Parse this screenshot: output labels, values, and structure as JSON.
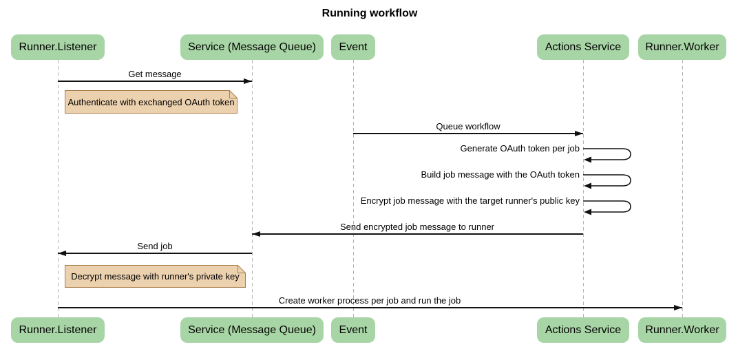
{
  "diagram": {
    "type": "sequence-diagram",
    "title": "Running workflow"
  },
  "participants": [
    {
      "name": "Runner.Listener"
    },
    {
      "name": "Service (Message Queue)"
    },
    {
      "name": "Event"
    },
    {
      "name": "Actions Service"
    },
    {
      "name": "Runner.Worker"
    }
  ],
  "messages": [
    {
      "type": "message",
      "from": "Runner.Listener",
      "to": "Service (Message Queue)",
      "label": "Get message"
    },
    {
      "type": "note",
      "over": "Runner.Listener",
      "label": "Authenticate with exchanged OAuth token"
    },
    {
      "type": "message",
      "from": "Event",
      "to": "Actions Service",
      "label": "Queue workflow"
    },
    {
      "type": "self-message",
      "from": "Actions Service",
      "to": "Actions Service",
      "label": "Generate OAuth token per job"
    },
    {
      "type": "self-message",
      "from": "Actions Service",
      "to": "Actions Service",
      "label": "Build job message with the OAuth token"
    },
    {
      "type": "self-message",
      "from": "Actions Service",
      "to": "Actions Service",
      "label": "Encrypt job message with the target runner's public key"
    },
    {
      "type": "message",
      "from": "Actions Service",
      "to": "Service (Message Queue)",
      "label": "Send encrypted job message to runner"
    },
    {
      "type": "message",
      "from": "Service (Message Queue)",
      "to": "Runner.Listener",
      "label": "Send job"
    },
    {
      "type": "note",
      "over": "Runner.Listener",
      "label": "Decrypt message with runner's private key"
    },
    {
      "type": "message",
      "from": "Runner.Listener",
      "to": "Runner.Worker",
      "label": "Create worker process per job and run the job"
    }
  ],
  "colors": {
    "actor_fill": "#a8d5a5",
    "note_fill": "#ecd1af",
    "note_border": "#aa7e4c",
    "lifeline": "#b3b3b3",
    "line": "#111111"
  }
}
